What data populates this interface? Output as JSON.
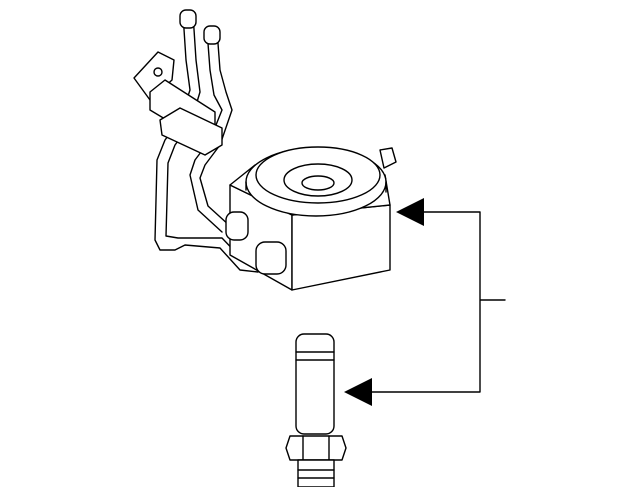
{
  "diagram": {
    "parts": [
      "oil-cooler",
      "cooler-lines",
      "mounting-bolt"
    ],
    "colors": {
      "line": "#000000",
      "background": "#ffffff"
    }
  }
}
